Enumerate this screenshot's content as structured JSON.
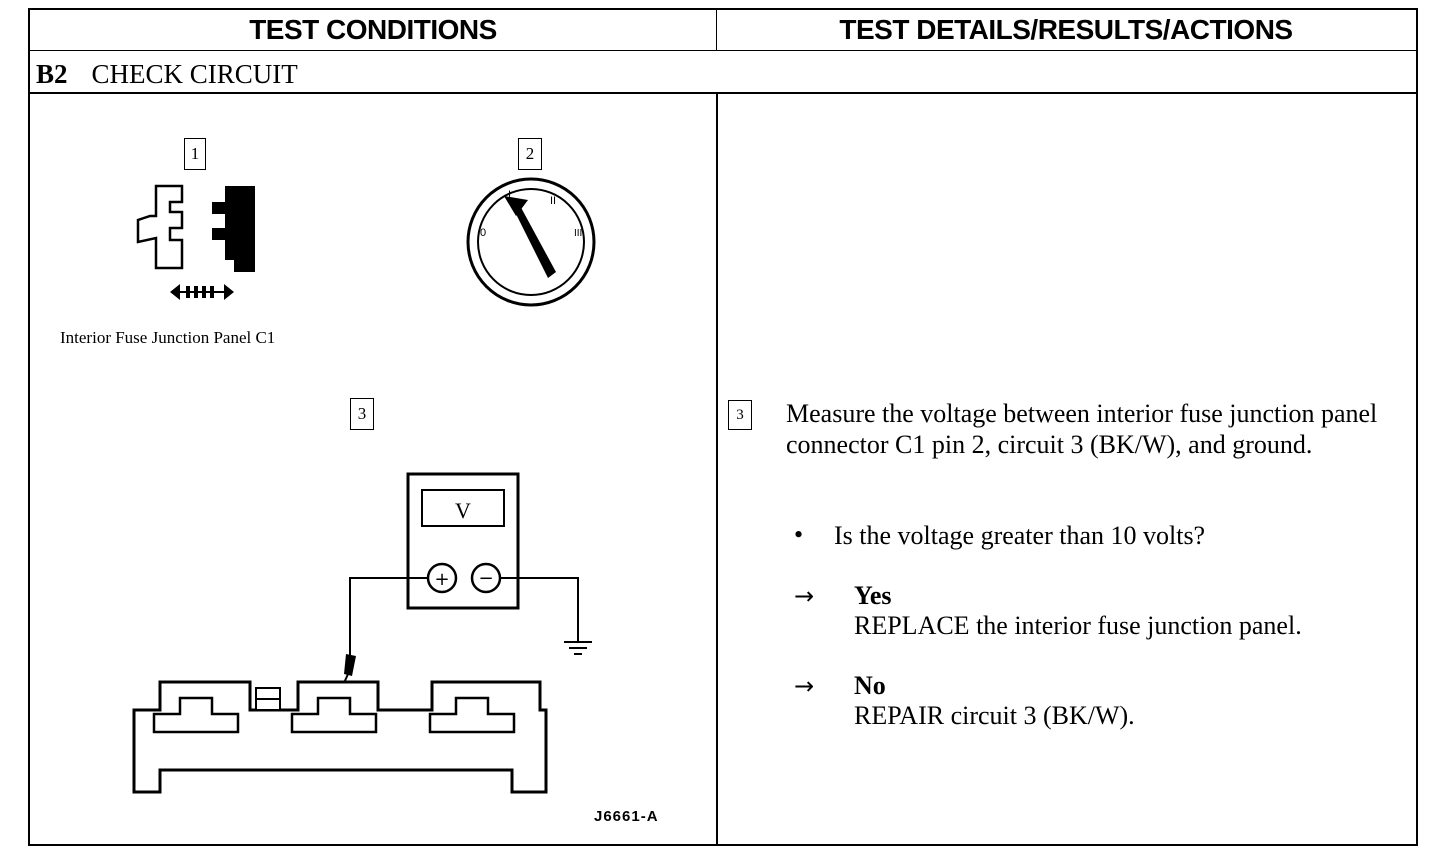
{
  "header": {
    "left": "TEST CONDITIONS",
    "right": "TEST DETAILS/RESULTS/ACTIONS"
  },
  "step": {
    "id": "B2",
    "title": "CHECK CIRCUIT"
  },
  "figure": {
    "callouts": [
      "1",
      "2",
      "3"
    ],
    "connector_caption": "Interior Fuse Junction Panel C1",
    "meter_symbol": "V",
    "plus_symbol": "+",
    "minus_symbol": "−",
    "figure_id": "J6661-A",
    "switch_positions": [
      "0",
      "I",
      "II",
      "III"
    ]
  },
  "details": {
    "step_number": "3",
    "instruction": "Measure the voltage between interior fuse junction panel connector C1 pin 2, circuit 3 (BK/W), and ground.",
    "question": "Is the voltage greater than 10 volts?",
    "yes_label": "Yes",
    "yes_action": "REPLACE the interior fuse junction panel.",
    "no_label": "No",
    "no_action": "REPAIR circuit 3 (BK/W).",
    "bullet_symbol": "•",
    "arrow_symbol": "→"
  }
}
